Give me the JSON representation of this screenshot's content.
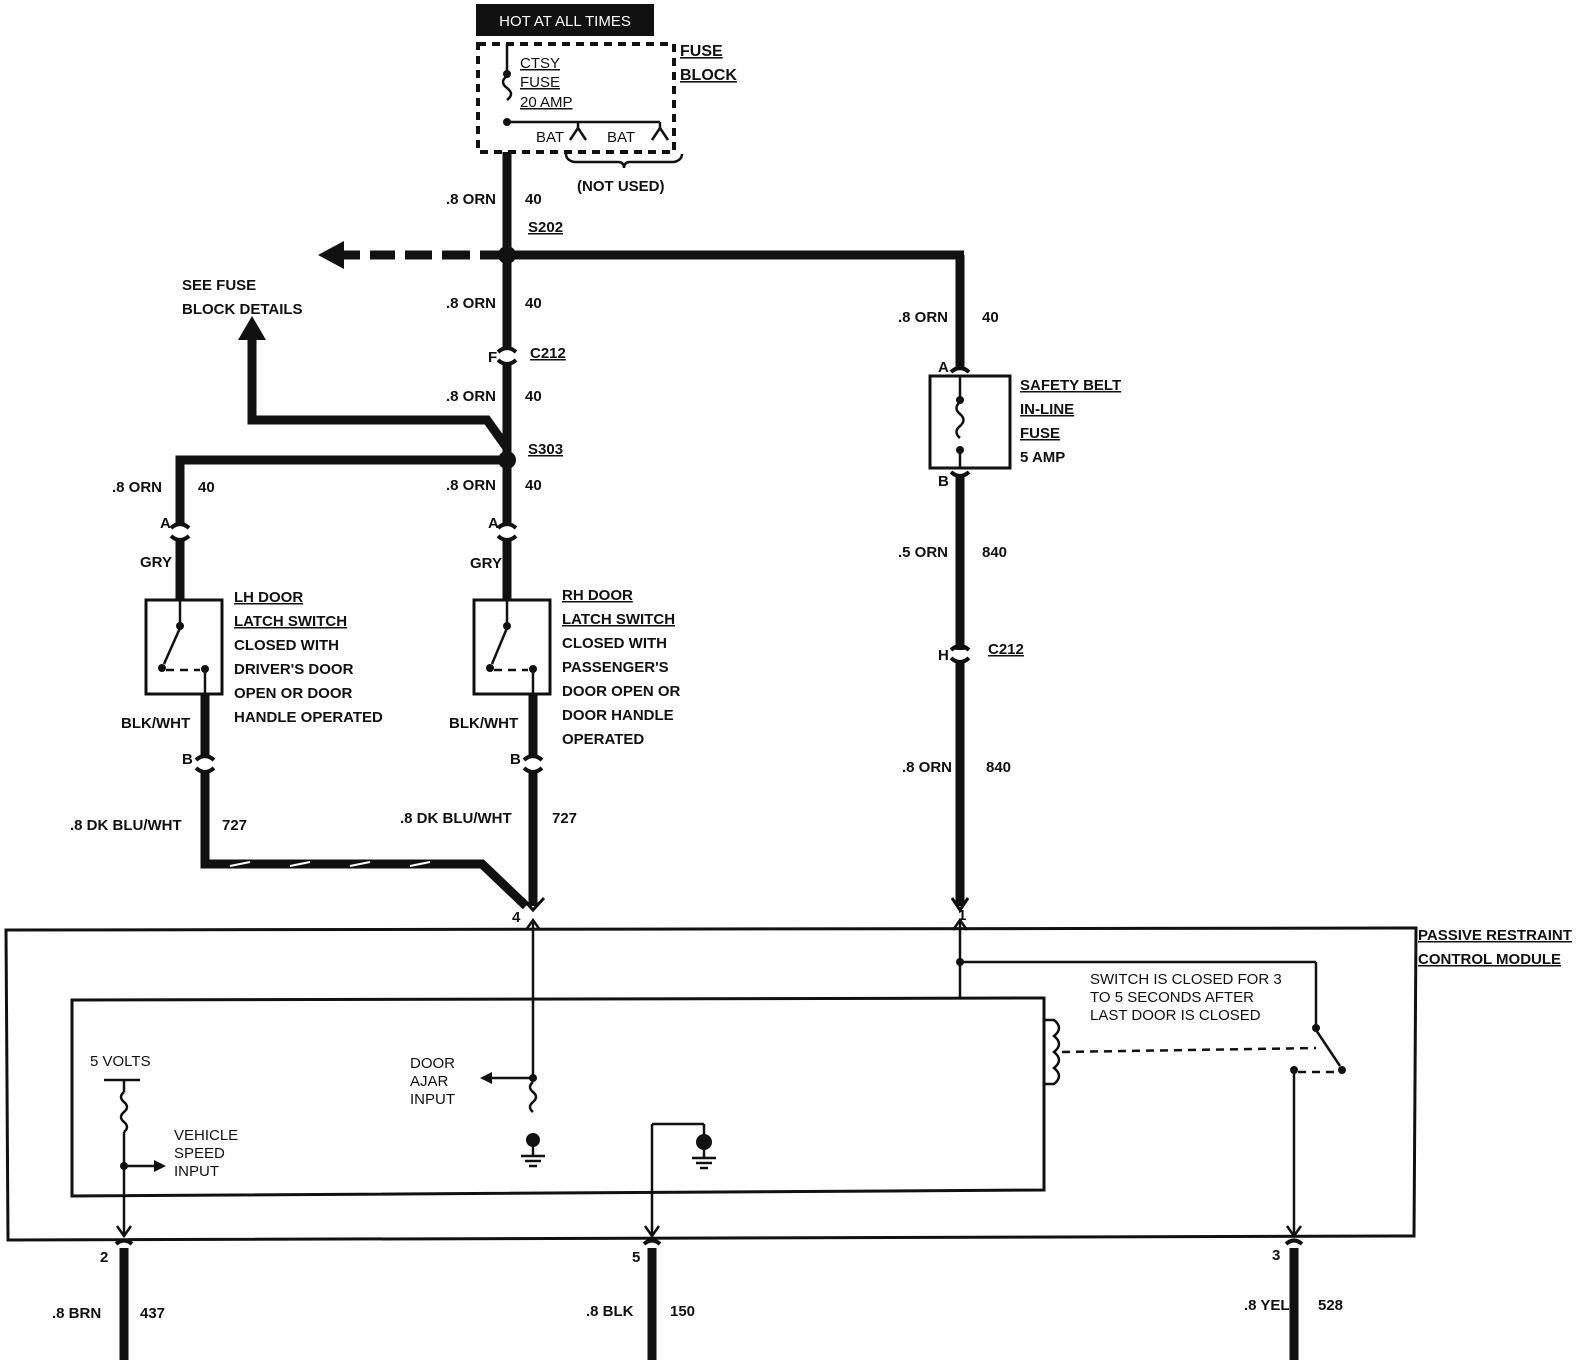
{
  "header": {
    "hot_label": "HOT AT ALL TIMES"
  },
  "fuse_block": {
    "name_line1": "FUSE",
    "name_line2": "BLOCK",
    "fuse_line1": "CTSY",
    "fuse_line2": "FUSE",
    "fuse_line3": "20 AMP",
    "bat1": "BAT",
    "bat2": "BAT",
    "not_used": "(NOT USED)"
  },
  "see_fuse": {
    "line1": "SEE FUSE",
    "line2": "BLOCK DETAILS"
  },
  "splices": {
    "s202": "S202",
    "s303": "S303"
  },
  "wires": {
    "w1": {
      "gauge": ".8 ORN",
      "circuit": "40"
    },
    "w2": {
      "gauge": ".8 ORN",
      "circuit": "40"
    },
    "w3": {
      "gauge": ".8 ORN",
      "circuit": "40"
    },
    "w4": {
      "gauge": ".8 ORN",
      "circuit": "40"
    },
    "w5": {
      "gauge": ".8 ORN",
      "circuit": "40"
    },
    "w6": {
      "gauge": ".8 ORN",
      "circuit": "40"
    },
    "w7": {
      "gauge": ".5 ORN",
      "circuit": "840"
    },
    "w8": {
      "gauge": ".8 ORN",
      "circuit": "840"
    },
    "w9": {
      "gauge": ".8 DK BLU/WHT",
      "circuit": "727"
    },
    "w10": {
      "gauge": ".8 DK BLU/WHT",
      "circuit": "727"
    },
    "w11": {
      "gauge": ".8 BRN",
      "circuit": "437"
    },
    "w12": {
      "gauge": ".8 BLK",
      "circuit": "150"
    },
    "w13": {
      "gauge": ".8 YEL",
      "circuit": "528"
    }
  },
  "connectors": {
    "c212_f": {
      "pin": "F",
      "name": "C212"
    },
    "c212_h": {
      "pin": "H",
      "name": "C212"
    },
    "lh_a": "A",
    "lh_b": "B",
    "rh_a": "A",
    "rh_b": "B",
    "sb_a": "A",
    "sb_b": "B"
  },
  "colors": {
    "lh_gry": "GRY",
    "rh_gry": "GRY",
    "lh_blk": "BLK/WHT",
    "rh_blk": "BLK/WHT"
  },
  "lh_switch": {
    "title1": "LH DOOR",
    "title2": "LATCH SWITCH",
    "desc1": "CLOSED WITH",
    "desc2": "DRIVER'S DOOR",
    "desc3": "OPEN OR DOOR",
    "desc4": "HANDLE OPERATED"
  },
  "rh_switch": {
    "title1": "RH DOOR",
    "title2": "LATCH SWITCH",
    "desc1": "CLOSED WITH",
    "desc2": "PASSENGER'S",
    "desc3": "DOOR OPEN OR",
    "desc4": "DOOR HANDLE",
    "desc5": "OPERATED"
  },
  "safety_fuse": {
    "line1": "SAFETY BELT",
    "line2": "IN-LINE",
    "line3": "FUSE",
    "line4": "5 AMP"
  },
  "module": {
    "name1": "PASSIVE RESTRAINT",
    "name2": "CONTROL MODULE",
    "pin4": "4",
    "pin1": "1",
    "pin2": "2",
    "pin5": "5",
    "pin3": "3",
    "note1": "SWITCH IS CLOSED FOR 3",
    "note2": "TO 5 SECONDS AFTER",
    "note3": "LAST DOOR IS CLOSED",
    "volts": "5 VOLTS",
    "speed1": "VEHICLE",
    "speed2": "SPEED",
    "speed3": "INPUT",
    "ajar1": "DOOR",
    "ajar2": "AJAR",
    "ajar3": "INPUT"
  }
}
